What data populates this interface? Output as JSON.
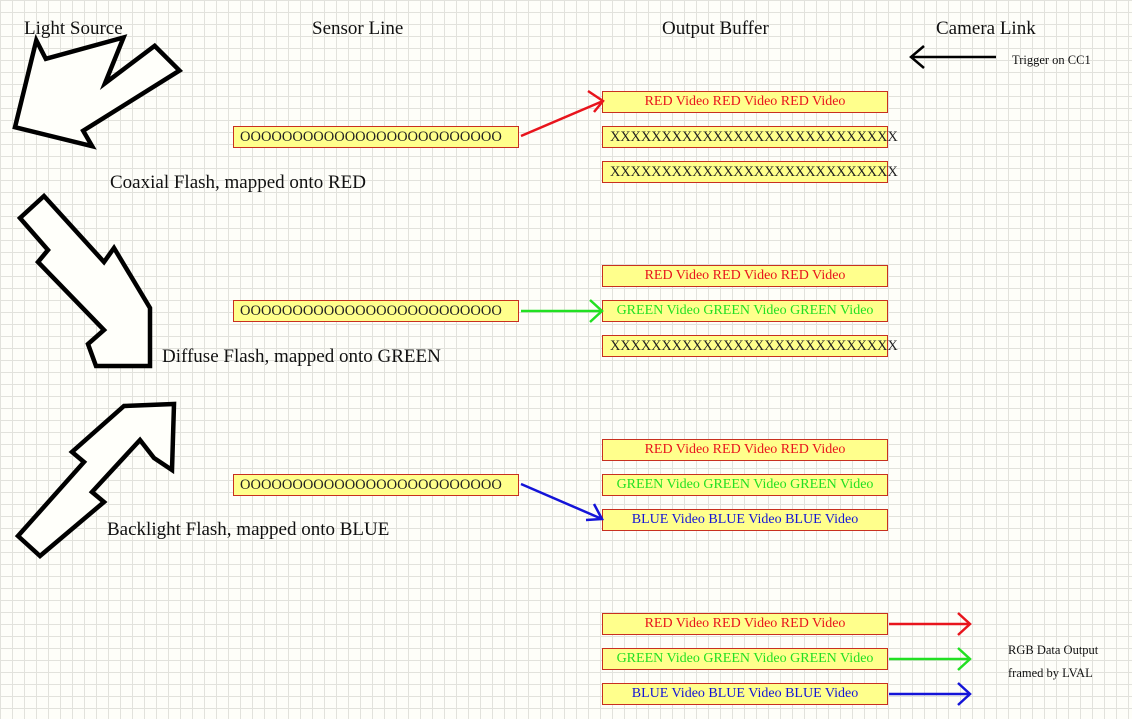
{
  "headers": {
    "light_source": "Light Source",
    "sensor_line": "Sensor Line",
    "output_buffer": "Output Buffer",
    "camera_link": "Camera Link"
  },
  "trigger_label": "Trigger on CC1",
  "flashes": [
    {
      "label": "Coaxial Flash, mapped onto RED",
      "color": "#e8141c"
    },
    {
      "label": "Diffuse Flash, mapped onto GREEN",
      "color": "#22e022"
    },
    {
      "label": "Backlight Flash, mapped onto BLUE",
      "color": "#1414d8"
    }
  ],
  "sensor_text": "OOOOOOOOOOOOOOOOOOOOOOOOO",
  "x_row": "XXXXXXXXXXXXXXXXXXXXXXXXXXXX",
  "video": {
    "red": "RED Video   RED Video    RED Video",
    "green": "GREEN Video GREEN Video  GREEN Video",
    "blue": "BLUE Video  BLUE Video  BLUE Video"
  },
  "output_label": {
    "line1": "RGB Data Output",
    "line2": "framed  by LVAL"
  },
  "colors": {
    "red": "#e8141c",
    "green": "#22e022",
    "blue": "#1414d8",
    "box_fill": "#ffff8c",
    "box_border": "#c8301f"
  }
}
